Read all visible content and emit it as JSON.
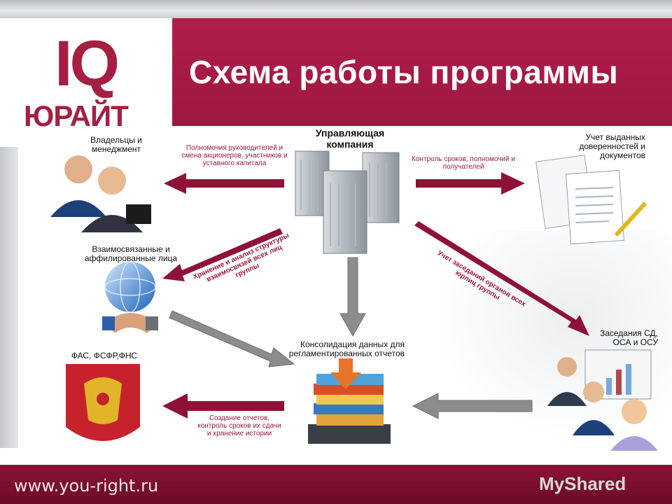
{
  "header": {
    "title": "Схема работы программы"
  },
  "logo": {
    "mark": "IQ",
    "name": "ЮРАЙТ"
  },
  "footer": {
    "url": "www.you-right.ru",
    "watermark": "MyShared"
  },
  "nodes": {
    "company": "Управляющая компания",
    "owners": "Владельцы и менеджмент",
    "documents": "Учет выданных доверенностей и документов",
    "affiliates": "Взаимосвязанные и аффилированные лица",
    "meetings": "Заседания СД, ОСА и ОСУ",
    "regulators": "ФАС, ФСФР,ФНС",
    "consolidation": "Консолидация данных для регламентированных отчетов"
  },
  "flows": {
    "to_owners": "Полномочия руководителей и смена акционеров, участников и уставного капитала",
    "to_documents": "Контроль сроков, полномочий и получателей",
    "to_affiliates": "Хранение и анализ структуры взаимосвязей всех лиц группы",
    "to_meetings": "Учет заседаний органов всех юрлиц группы",
    "to_regulators": "Создание отчетов, контроль сроков их сдачи и хранение истории"
  },
  "colors": {
    "brand": "#a51f42",
    "arrow_red": "#8e1236",
    "arrow_gray": "#8c8c8c"
  }
}
